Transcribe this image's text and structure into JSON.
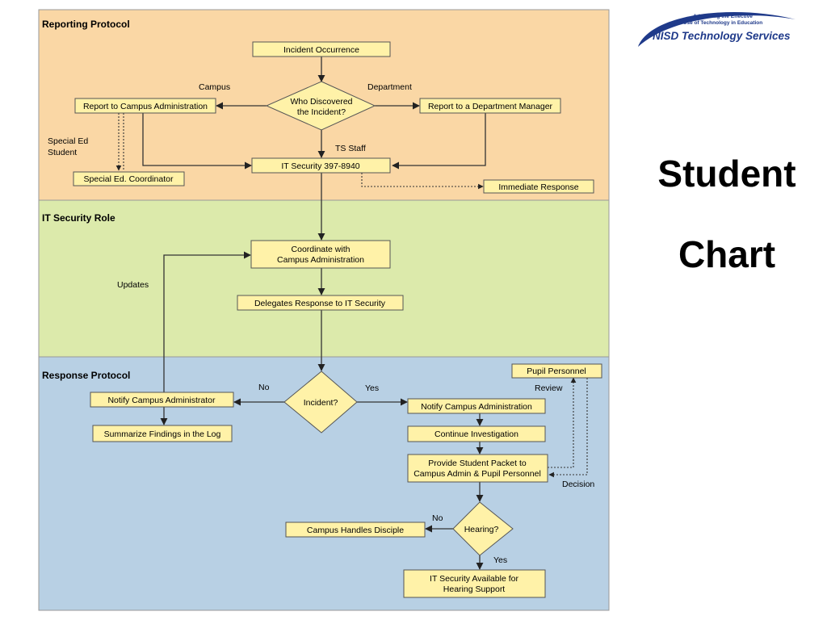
{
  "logo": {
    "tagline_1": "Advancing the Effective",
    "tagline_2": "Use of Technology in Education",
    "name": "NISD Technology Services"
  },
  "slide_title": {
    "line_1": "Student",
    "line_2": "Chart"
  },
  "sections": {
    "reporting": "Reporting Protocol",
    "it_role": "IT Security Role",
    "response": "Response Protocol"
  },
  "colors": {
    "reporting_bg": "#FAD7A5",
    "it_role_bg": "#DCEAAB",
    "response_bg": "#B8D0E4",
    "node_fill": "#FFF2A8",
    "node_stroke": "#555555",
    "line": "#333333"
  },
  "nodes": {
    "incident_occurrence": "Incident Occurrence",
    "who_discovered_1": "Who Discovered",
    "who_discovered_2": "the Incident?",
    "report_campus": "Report to Campus Administration",
    "report_department": "Report to a Department Manager",
    "special_ed_coordinator": "Special Ed. Coordinator",
    "it_security": "IT Security 397-8940",
    "immediate_response": "Immediate Response",
    "coordinate_1": "Coordinate with",
    "coordinate_2": "Campus Administration",
    "delegates": "Delegates Response to IT Security",
    "incident_decision": "Incident?",
    "notify_campus_administrator": "Notify Campus Administrator",
    "summarize_findings": "Summarize Findings in the Log",
    "notify_campus_administration": "Notify Campus Administration",
    "continue_investigation": "Continue Investigation",
    "provide_packet_1": "Provide Student Packet to",
    "provide_packet_2": "Campus Admin & Pupil Personnel",
    "pupil_personnel": "Pupil Personnel",
    "hearing_decision": "Hearing?",
    "campus_handles": "Campus Handles Disciple",
    "it_security_available_1": "IT Security Available for",
    "it_security_available_2": "Hearing Support"
  },
  "labels": {
    "campus": "Campus",
    "department": "Department",
    "special_ed_1": "Special Ed",
    "special_ed_2": "Student",
    "ts_staff": "TS Staff",
    "updates": "Updates",
    "no_1": "No",
    "yes_1": "Yes",
    "review": "Review",
    "decision": "Decision",
    "no_2": "No",
    "yes_2": "Yes"
  }
}
